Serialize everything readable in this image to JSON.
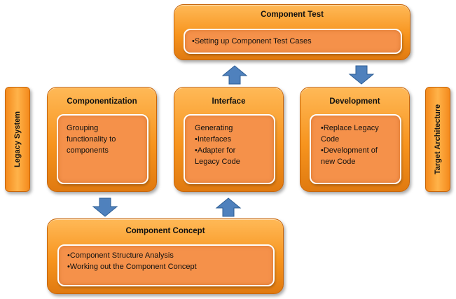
{
  "side_left": "Legacy System",
  "side_right": "Target Architecture",
  "component_test": {
    "title": "Component Test",
    "items": [
      "•Setting up Component Test Cases"
    ]
  },
  "componentization": {
    "title": "Componentization",
    "items": [
      "Grouping",
      "functionality to",
      "components"
    ]
  },
  "interface": {
    "title": "Interface",
    "items": [
      "Generating",
      "•Interfaces",
      "•Adapter for",
      "Legacy Code"
    ]
  },
  "development": {
    "title": "Development",
    "items": [
      "•Replace Legacy",
      "Code",
      "•Development of",
      "new Code"
    ]
  },
  "component_concept": {
    "title": "Component Concept",
    "items": [
      "•Component Structure Analysis",
      "•Working out the Component Concept"
    ]
  },
  "colors": {
    "box": "#f7941e",
    "inner": "#f5914a",
    "arrow": "#4f81bd"
  }
}
